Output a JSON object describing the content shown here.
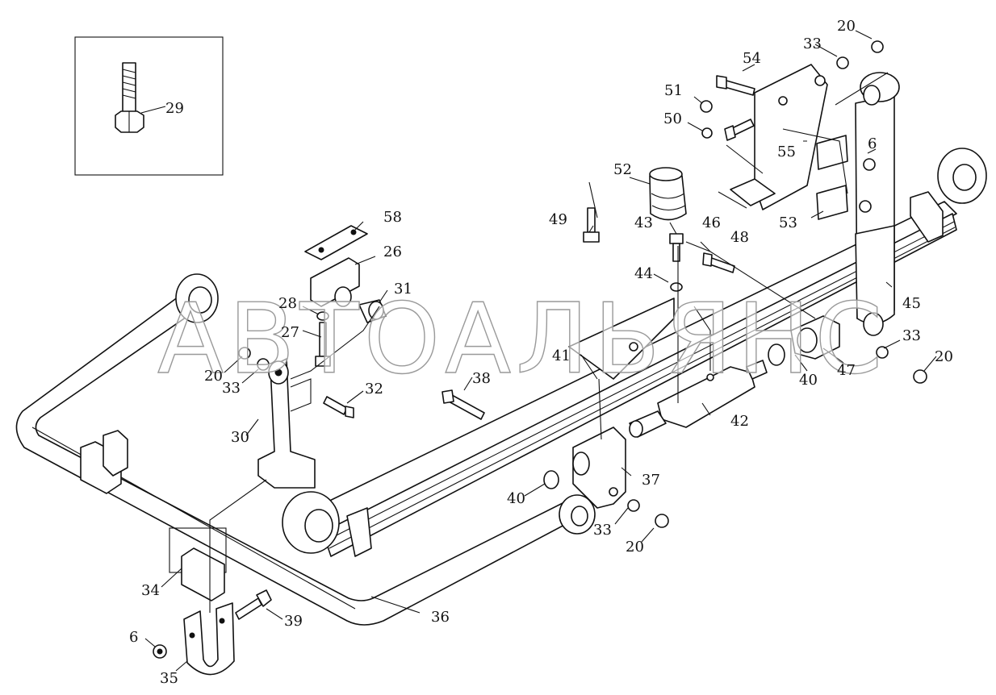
{
  "watermark": "АВТОАЛЬЯНС",
  "labels": [
    "29",
    "20",
    "33",
    "54",
    "51",
    "50",
    "55",
    "6",
    "52",
    "49",
    "43",
    "46",
    "53",
    "48",
    "58",
    "26",
    "31",
    "28",
    "27",
    "44",
    "45",
    "20",
    "33",
    "32",
    "41",
    "38",
    "40",
    "47",
    "33",
    "20",
    "30",
    "42",
    "37",
    "40",
    "33",
    "20",
    "34",
    "36",
    "39",
    "6",
    "35"
  ]
}
